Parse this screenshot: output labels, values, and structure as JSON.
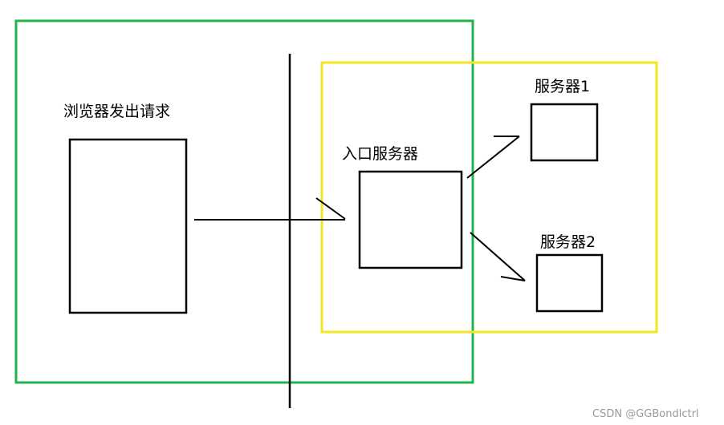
{
  "labels": {
    "browser": "浏览器发出请求",
    "gateway": "入口服务器",
    "server1": "服务器1",
    "server2": "服务器2"
  },
  "watermark": "CSDN @GGBondlctrl",
  "colors": {
    "green_region": "#22b14c",
    "yellow_region": "#f5e625",
    "stroke": "#000000",
    "watermark": "#9a9a9a"
  }
}
